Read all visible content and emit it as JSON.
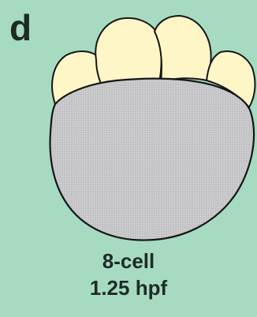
{
  "panel": {
    "letter": "d"
  },
  "caption": {
    "stage": "8-cell",
    "time": "1.25 hpf"
  },
  "colors": {
    "background": "#a6dbc2",
    "blastomere_fill": "#fff6c8",
    "yolk_fill": "#c9c9cc",
    "outline": "#161616",
    "text": "#1f2b25"
  }
}
